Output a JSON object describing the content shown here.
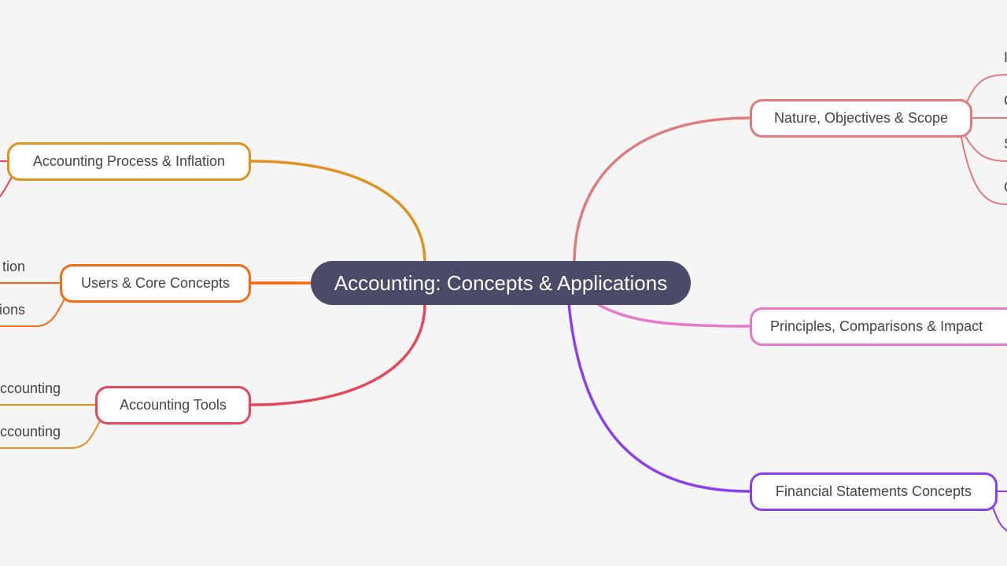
{
  "root": {
    "label": "Accounting: Concepts & Applications",
    "color": "#4b4b69"
  },
  "branches": [
    {
      "label": "Accounting Process & Inflation",
      "color": "#e0901f"
    },
    {
      "label": "Users & Core Concepts",
      "color": "#f76a14",
      "children": [
        "tion",
        "ions"
      ]
    },
    {
      "label": "Accounting Tools",
      "color": "#e6455a",
      "children": [
        "ccounting",
        "ccounting"
      ]
    },
    {
      "label": "Nature, Objectives & Scope",
      "color": "#df7b7b",
      "children": [
        "I",
        "C",
        "S",
        "C"
      ]
    },
    {
      "label": "Principles, Comparisons & Impact",
      "color": "#e879c8"
    },
    {
      "label": "Financial Statements Concepts",
      "color": "#8b3ef0"
    }
  ]
}
